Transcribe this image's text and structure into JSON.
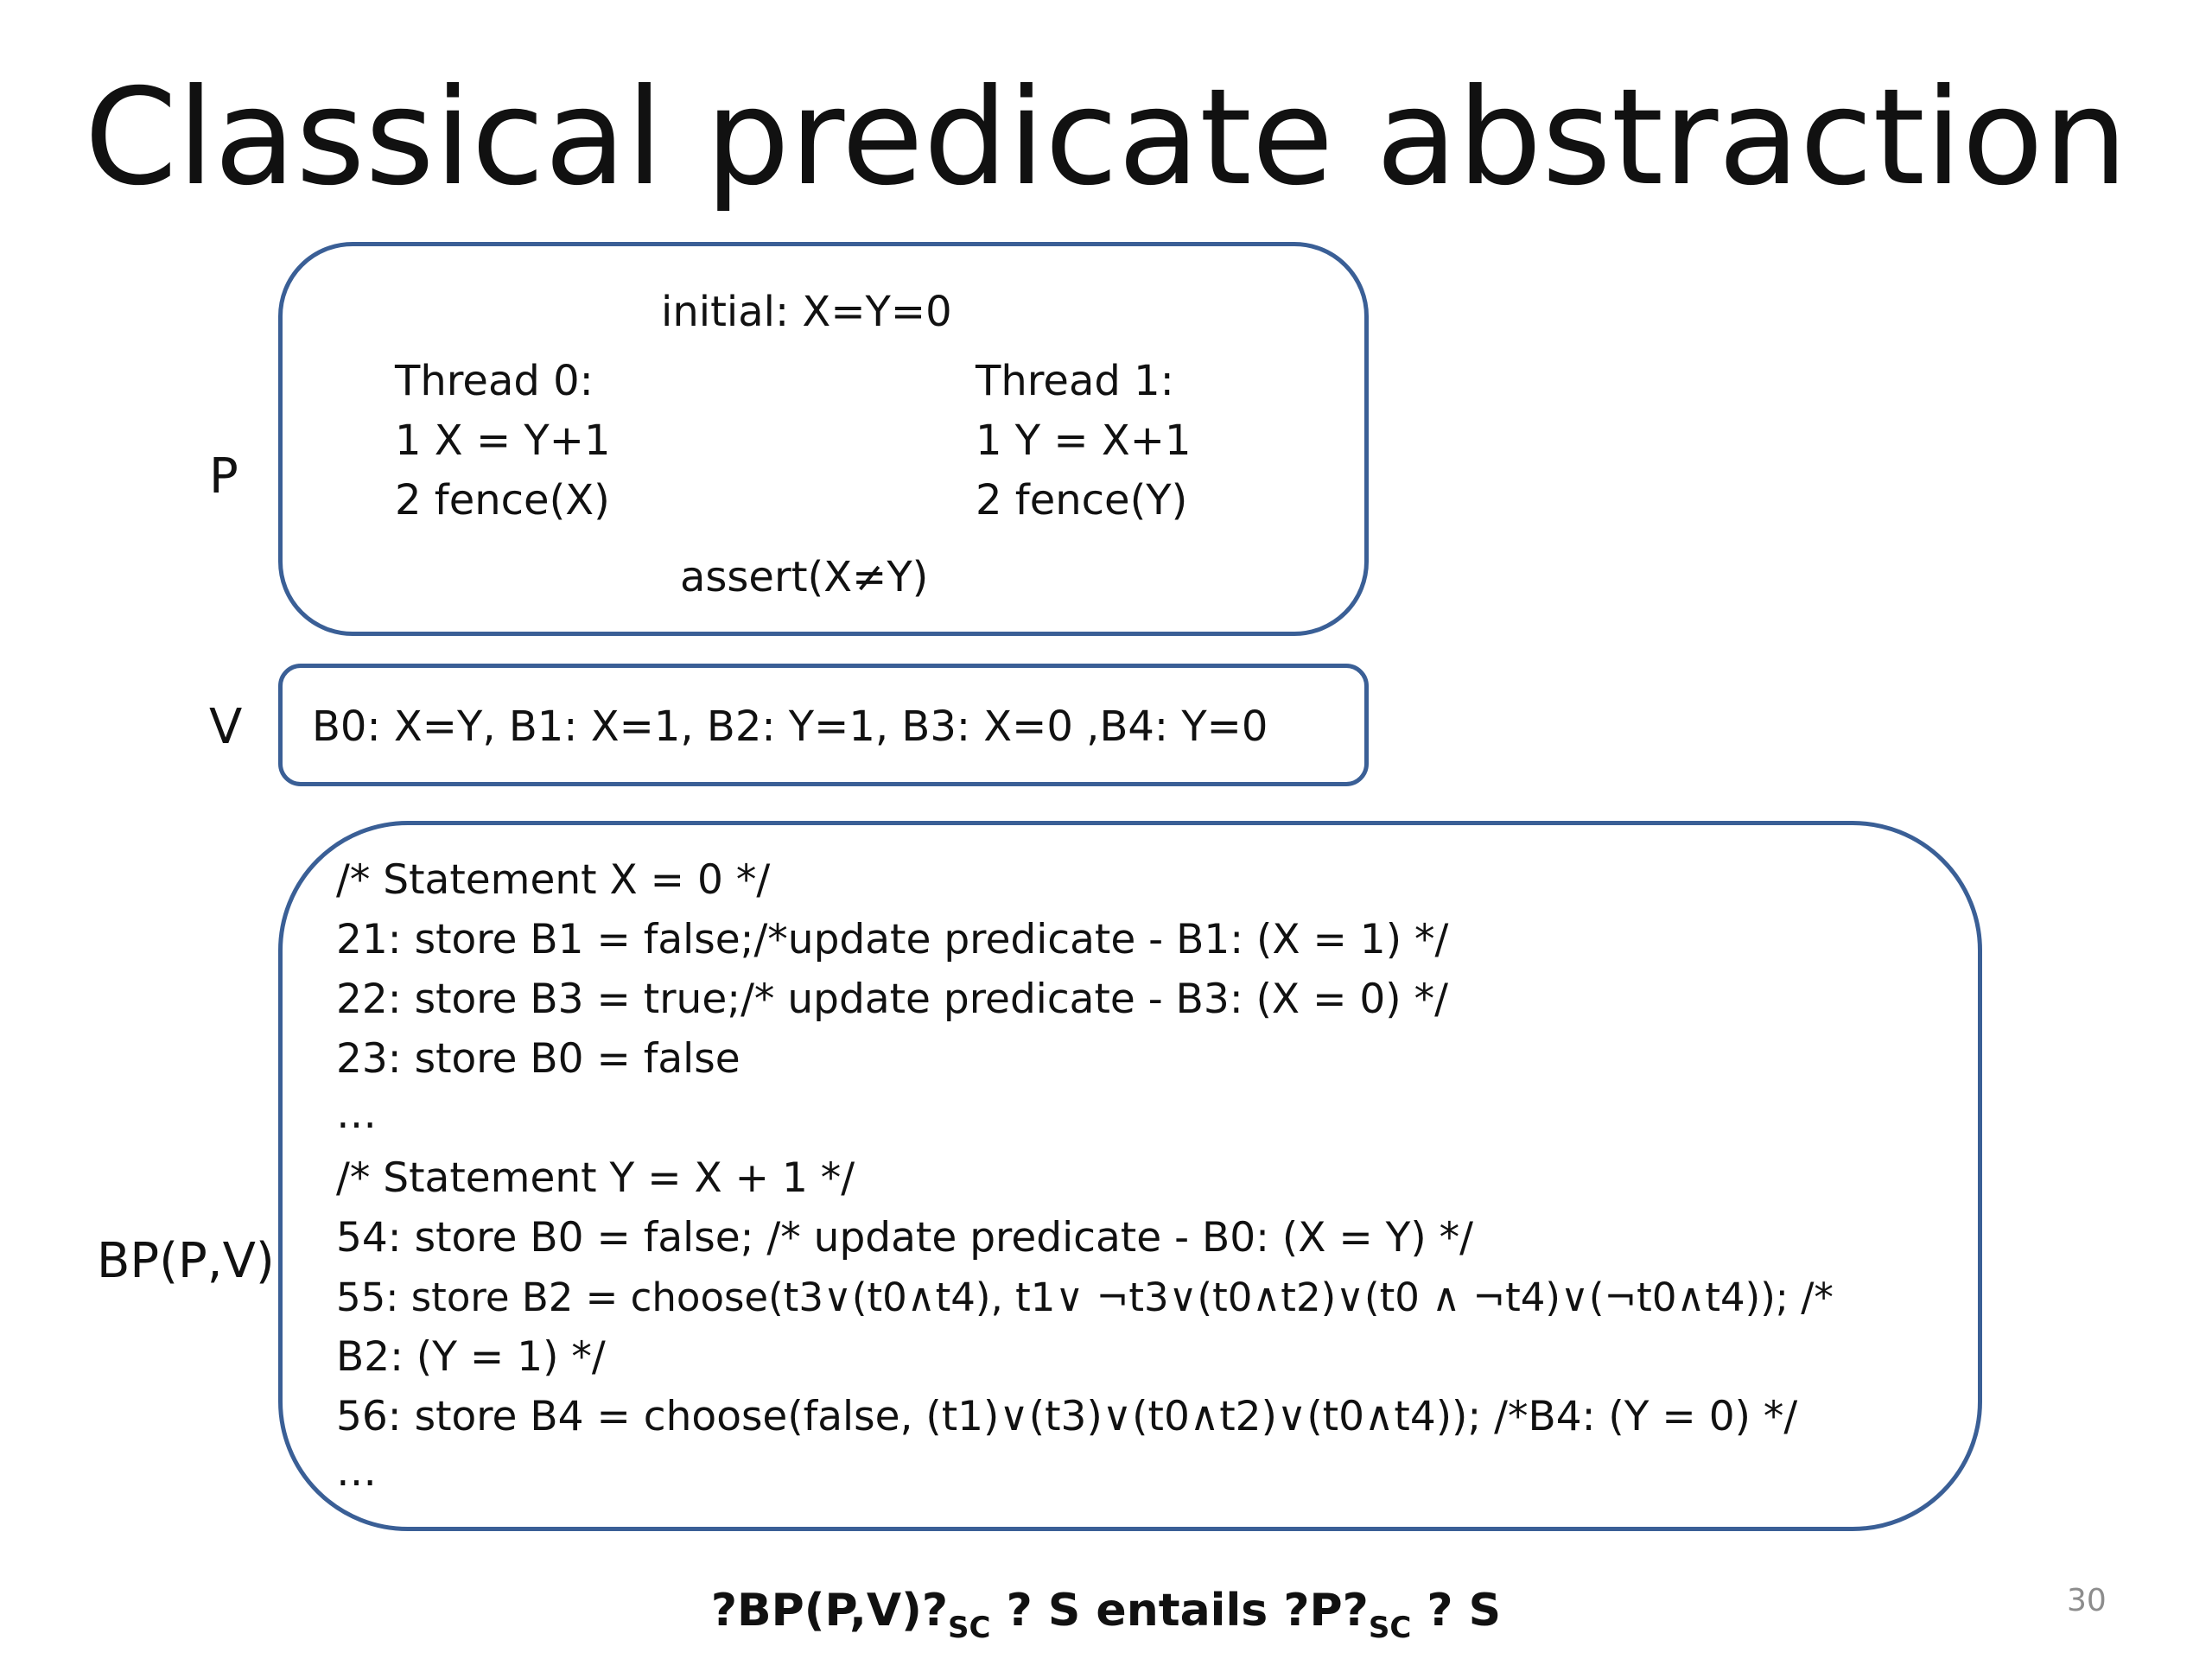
{
  "title": "Classical predicate abstraction",
  "labels": {
    "p": "P",
    "v": "V",
    "bp": "BP(P,V)"
  },
  "program": {
    "initial": "initial: X=Y=0",
    "thread0": {
      "header": "Thread 0:",
      "lines": [
        "1 X = Y+1",
        "2 fence(X)"
      ]
    },
    "thread1": {
      "header": "Thread 1:",
      "lines": [
        "1 Y = X+1",
        "2 fence(Y)"
      ]
    },
    "assertion": "assert(X≠Y)"
  },
  "predicates": "B0: X=Y, B1: X=1, B2: Y=1, B3: X=0 ,B4: Y=0",
  "boolean_program": {
    "lines": [
      "/* Statement X = 0 */",
      "21:   store B1 = false;/*update predicate - B1: (X = 1) */",
      "22:   store B3 = true;/* update predicate - B3: (X = 0) */",
      "23:   store B0 = false",
      "…",
      "/* Statement Y = X + 1 */",
      "54:   store B0 = false; /* update predicate - B0: (X = Y) */",
      "55:   store B2 = choose(t3∨(t0∧t4), t1∨ ¬t3∨(t0∧t2)∨(t0 ∧ ¬t4)∨(¬t0∧t4)); /*",
      "B2: (Y = 1) */",
      "56:   store B4 = choose(false, (t1)∨(t3)∨(t0∧t2)∨(t0∧t4)); /*B4: (Y = 0) */",
      "…"
    ]
  },
  "footer": {
    "part1": "BP(P,V)",
    "sub1": "SC",
    "mid": " S entails ",
    "part2": "P",
    "sub2": "SC",
    "end": " S",
    "unknown_glyph": "?"
  },
  "page_number": "30"
}
